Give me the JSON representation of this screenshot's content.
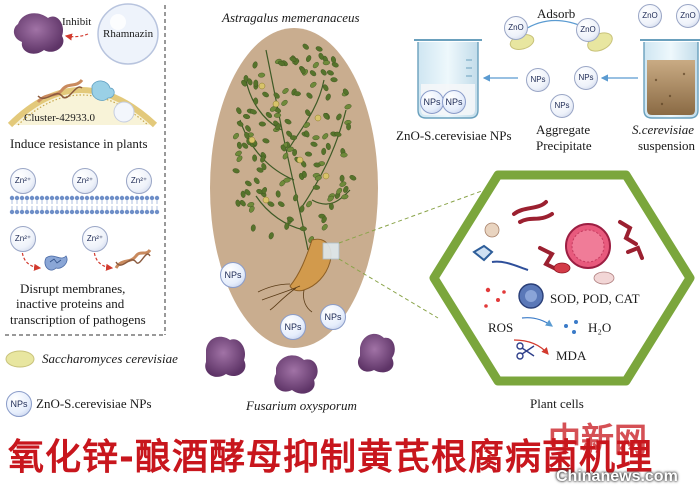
{
  "left_panel": {
    "inhibit_label": "Inhibit",
    "rhamnazin_label": "Rhamnazin",
    "cluster_label": "Cluster-42933.0",
    "induce_label": "Induce resistance in plants",
    "zn_ion_label": "Zn²⁺",
    "disrupt_label_1": "Disrupt membranes,",
    "disrupt_label_2": "inactive proteins and",
    "disrupt_label_3": "transcription of pathogens"
  },
  "legend": {
    "yeast_label": "Saccharomyces cerevisiae",
    "np_label": "ZnO-S.cerevisiae NPs",
    "np_icon_text": "NPs"
  },
  "center": {
    "plant_label": "Astragalus memeranaceus",
    "fungus_label": "Fusarium oxysporum",
    "np_text": "NPs"
  },
  "top_right": {
    "adsorb_label": "Adsorb",
    "zno_text": "ZnO",
    "nps_text": "NPs",
    "beaker_label": "ZnO-S.cerevisiae NPs",
    "aggregate_label_1": "Aggregate",
    "aggregate_label_2": "Precipitate",
    "suspension_label_1": "S.cerevisiae",
    "suspension_label_2": "suspension"
  },
  "cell": {
    "enzymes_label": "SOD, POD, CAT",
    "ros_label": "ROS",
    "h2o_label": "H₂O",
    "mda_label": "MDA",
    "plant_cells_label": "Plant cells"
  },
  "footer": {
    "title": "氧化锌-酿酒酵母抑制黄芪根腐病菌机理",
    "watermark": "中新网",
    "watermark_url": "Chinanews.com"
  },
  "colors": {
    "title_red": "#c8161d",
    "hex_green": "#7ba63c",
    "ellipse_tan": "#c9ad8f",
    "yeast_yellow": "#e8e6a0",
    "fungus_purple": "#7d4f86"
  }
}
